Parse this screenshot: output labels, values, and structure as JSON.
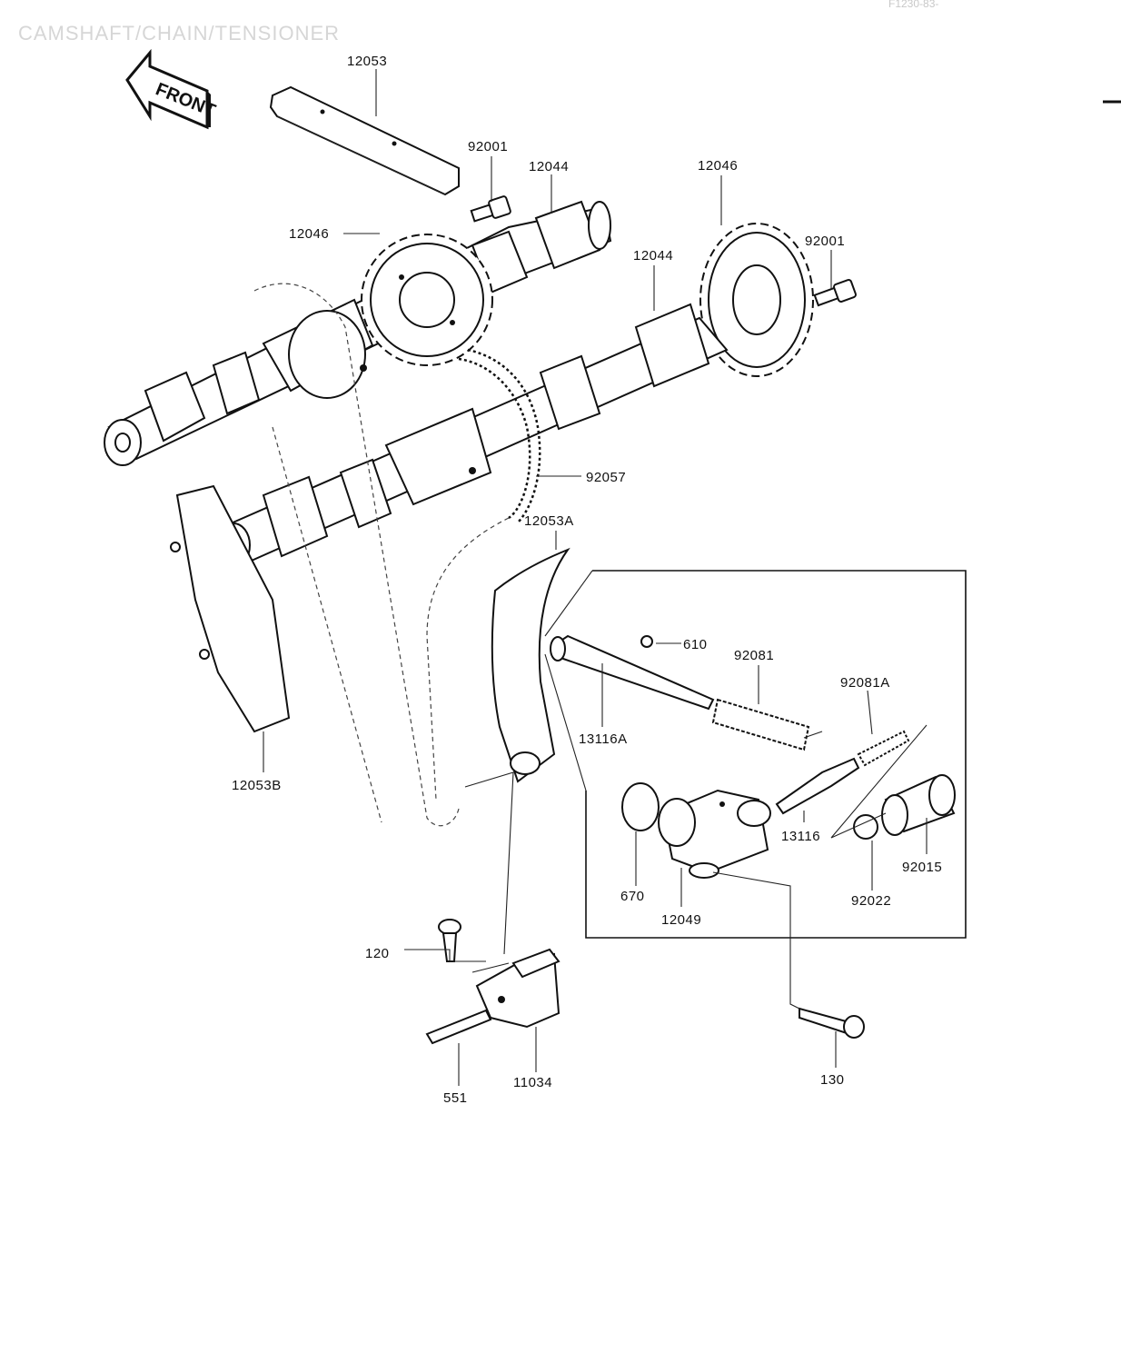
{
  "title": "CAMSHAFT/CHAIN/TENSIONER",
  "diagram_code": "F1230-83-",
  "front_arrow": "FRONT",
  "labels": {
    "p12053": "12053",
    "p92001a": "92001",
    "p12044a": "12044",
    "p12046a": "12046",
    "p12046b": "12046",
    "p92001b": "92001",
    "p12044b": "12044",
    "p92057": "92057",
    "p12053A": "12053A",
    "p610": "610",
    "p92081": "92081",
    "p92081A": "92081A",
    "p13116A": "13116A",
    "p12053B": "12053B",
    "p13116": "13116",
    "p92015": "92015",
    "p670": "670",
    "p12049": "12049",
    "p92022": "92022",
    "p120": "120",
    "p130": "130",
    "p11034": "11034",
    "p551": "551"
  },
  "colors": {
    "ink": "#111111",
    "title": "#d6d6d6",
    "paper": "#ffffff"
  }
}
